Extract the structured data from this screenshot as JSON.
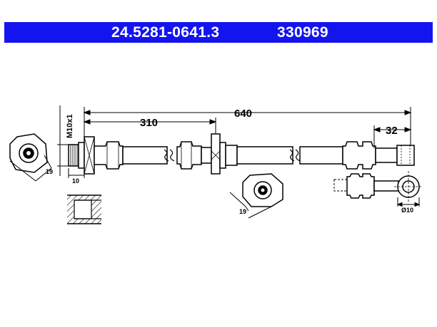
{
  "header": {
    "part_number": "24.5281-0641.3",
    "reference_number": "330969",
    "background_color": "#1414f0",
    "text_color": "#ffffff"
  },
  "dimensions": {
    "total_length": "640",
    "partial_length": "310",
    "end_length": "32",
    "thread": "M10x1",
    "wrench_size_left": "19",
    "wrench_size_middle": "19",
    "thread_width": "10",
    "banjo_diameter": "Ø10"
  }
}
